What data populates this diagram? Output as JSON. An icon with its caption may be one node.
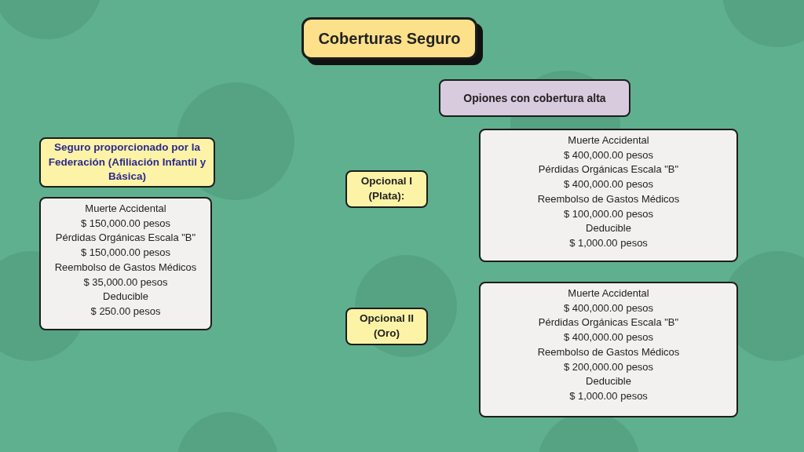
{
  "diagram": {
    "nodes": [
      {
        "text": [
          "Coberturas Seguro"
        ]
      },
      {
        "text": [
          "Opiones con cobertura alta"
        ]
      },
      {
        "text": [
          "Seguro proporcionado por la Federación (Afiliación Infantil y Básica)"
        ]
      },
      {
        "text": [
          "Muerte Accidental",
          "$ 150,000.00 pesos",
          "Pérdidas Orgánicas Escala \"B\"",
          "$ 150,000.00 pesos",
          "Reembolso de Gastos Médicos",
          "$ 35,000.00 pesos",
          "Deducible",
          "$ 250.00 pesos"
        ]
      },
      {
        "text": [
          "Opcional I (Plata):"
        ]
      },
      {
        "text": [
          "Muerte Accidental",
          "$ 400,000.00 pesos",
          "Pérdidas Orgánicas Escala \"B\"",
          "$ 400,000.00 pesos",
          "Reembolso de Gastos Médicos",
          "$ 100,000.00 pesos",
          "Deducible",
          "$ 1,000.00 pesos"
        ]
      },
      {
        "text": [
          "Opcional II (Oro)"
        ]
      },
      {
        "text": [
          "Muerte Accidental",
          "$ 400,000.00 pesos",
          "Pérdidas Orgánicas Escala \"B\"",
          "$ 400,000.00 pesos",
          "Reembolso de Gastos Médicos",
          "$ 200,000.00 pesos",
          "Deducible",
          "$ 1,000.00 pesos"
        ]
      }
    ]
  }
}
